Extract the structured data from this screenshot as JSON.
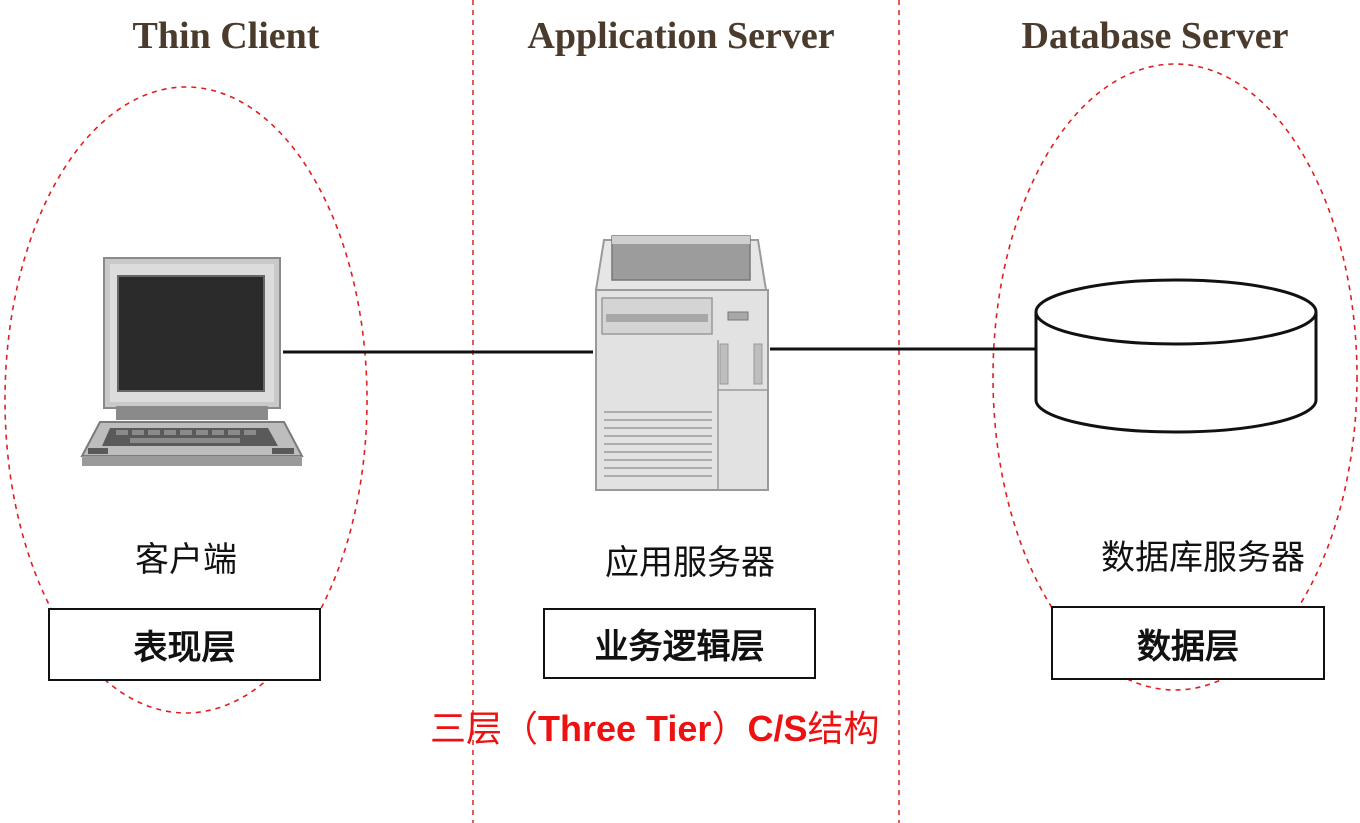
{
  "tiers": [
    {
      "title": "Thin Client",
      "device_label": "客户端",
      "layer_label": "表现层",
      "icon": "desktop-computer-icon"
    },
    {
      "title": "Application Server",
      "device_label": "应用服务器",
      "layer_label": "业务逻辑层",
      "icon": "server-tower-icon"
    },
    {
      "title": "Database Server",
      "device_label": "数据库服务器",
      "layer_label": "数据层",
      "icon": "database-cylinder-icon"
    }
  ],
  "caption": {
    "prefix": "三层（",
    "english": "Three Tier",
    "middle": "）",
    "cs": "C/S",
    "suffix": "结构"
  },
  "colors": {
    "title": "#4a3b2c",
    "caption": "#ee1111",
    "dashed": "#e02020",
    "line": "#111111"
  }
}
